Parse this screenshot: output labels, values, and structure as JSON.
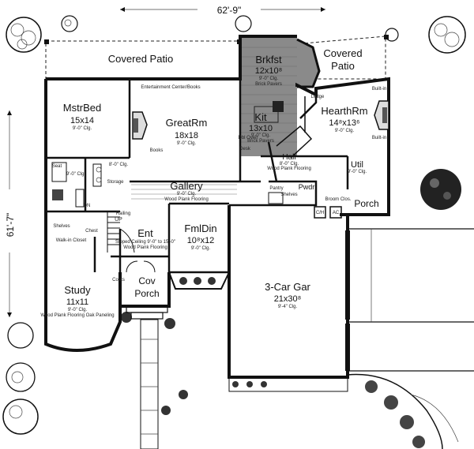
{
  "dimensions": {
    "width": "62'-9\"",
    "depth": "61'-7\""
  },
  "rooms": {
    "covered_patio_left": {
      "name": "Covered Patio"
    },
    "covered_patio_right": {
      "name": "Covered Patio"
    },
    "brkfst": {
      "name": "Brkfst",
      "size": "12x10⁸",
      "ceiling": "9'-0\" Clg.",
      "floor": "Brick Pavers"
    },
    "mstr_bed": {
      "name": "MstrBed",
      "size": "15x14",
      "ceiling": "9'-0\" Clg."
    },
    "great_rm": {
      "name": "GreatRm",
      "size": "18x18",
      "ceiling": "9'-0\" Clg."
    },
    "kit": {
      "name": "Kit",
      "size": "13x10",
      "ceiling": "9'-0\" Clg.",
      "floor": "Brick Pavers"
    },
    "hearth_rm": {
      "name": "HearthRm",
      "size": "14⁸x13⁶",
      "ceiling": "9'-0\" Clg."
    },
    "gallery": {
      "name": "Gallery",
      "ceiling": "9'-0\" Clg.",
      "floor": "Wood Plank Flooring"
    },
    "hall": {
      "name": "Hall",
      "ceiling": "8'-0\" Clg.",
      "floor": "Wood Plank Flooring"
    },
    "util": {
      "name": "Util",
      "ceiling": "9'-0\" Clg."
    },
    "pwdr": {
      "name": "Pwdr"
    },
    "fml_din": {
      "name": "FmlDin",
      "size": "10⁸x12",
      "ceiling": "9'-0\" Clg."
    },
    "ent": {
      "name": "Ent",
      "ceiling": "Sloped Ceiling 9'-0\" to 15'-0\"",
      "floor": "Wood Plank Flooring"
    },
    "study": {
      "name": "Study",
      "size": "11x11",
      "ceiling": "9'-0\" Clg.",
      "floor": "Wood Plank Flooring Oak Paneling"
    },
    "cov_porch": {
      "name": "Cov Porch"
    },
    "porch": {
      "name": "Porch"
    },
    "garage": {
      "name": "3-Car Gar",
      "size": "21x30⁸",
      "ceiling": "9'-4\" Clg."
    }
  },
  "labels": {
    "entertainment": "Entertainment Center/Books",
    "books": "Books",
    "shelves": "Shelves",
    "shelves2": "Shelves",
    "walkin": "Walk-in Closet",
    "clg_9": "9'-0\" Clg.",
    "clg_8": "8'-0\" Clg.",
    "seat": "Seat",
    "ledge": "Ledge",
    "desk": "Desk",
    "pantry": "Pantry",
    "builtin_1": "Built-in",
    "builtin_2": "Built-in",
    "storage": "Storage",
    "up": "UP",
    "railing": "Railing",
    "broom": "Broom Clos.",
    "ch": "C/H",
    "ac": "AC",
    "chest": "Chest",
    "dn": "DN",
    "coats": "Coats",
    "dbl_oven": "Dbl Oven"
  }
}
